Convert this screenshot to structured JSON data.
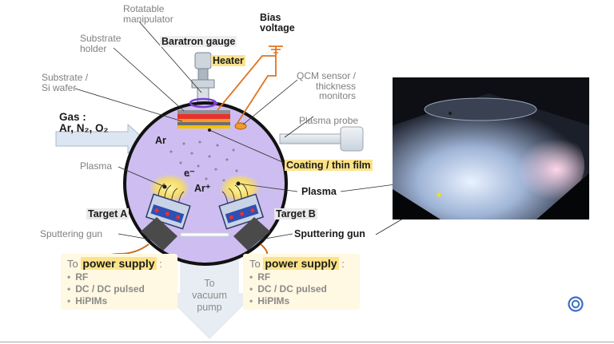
{
  "labels": {
    "rotatable_manipulator": [
      "Rotatable",
      "manipulator"
    ],
    "substrate_holder": [
      "Substrate",
      "holder"
    ],
    "baratron_gauge": "Baratron gauge",
    "bias_voltage": [
      "Bias",
      "voltage"
    ],
    "heater": "Heater",
    "substrate_wafer": [
      "Substrate /",
      "Si wafer"
    ],
    "qcm_sensor": [
      "QCM sensor /",
      "thickness",
      "monitors"
    ],
    "gas_title": "Gas :",
    "gas_species": "Ar, N₂, O₂",
    "plasma_probe": "Plasma probe",
    "ar": "Ar",
    "plasma_left": "Plasma",
    "electron": "e⁻",
    "ar_ion": "Ar⁺",
    "coating": "Coating / thin film",
    "plasma_right": "Plasma",
    "target_a": "Target A",
    "target_b": "Target B",
    "sputtering_gun_left": "Sputtering gun",
    "sputtering_gun_right": "Sputtering gun"
  },
  "power_supply_left": {
    "prefix": "To",
    "highlight": "power supply",
    "suffix": ":",
    "items": [
      "RF",
      "DC / DC pulsed",
      "HiPIMs"
    ]
  },
  "power_supply_right": {
    "prefix": "To",
    "highlight": "power supply",
    "suffix": ":",
    "items": [
      "RF",
      "DC / DC pulsed",
      "HiPIMs"
    ]
  },
  "vacuum_pump": [
    "To",
    "vacuum",
    "pump"
  ],
  "colors": {
    "chamber_fill": "#cdbdf0",
    "chamber_outline": "#111111",
    "label_gray": "#7f7f7f",
    "highlight": "#fce38a",
    "heater": "#e8312a",
    "coating": "#f5c200",
    "plasma_glow": "#ffe24d",
    "bias_wire": "#e0741e",
    "power_box": "#fff8e2",
    "pump_arrow": "#e8edf3"
  },
  "icons": [
    "ground-icon",
    "rotation-arrow-icon",
    "logo-icon"
  ]
}
